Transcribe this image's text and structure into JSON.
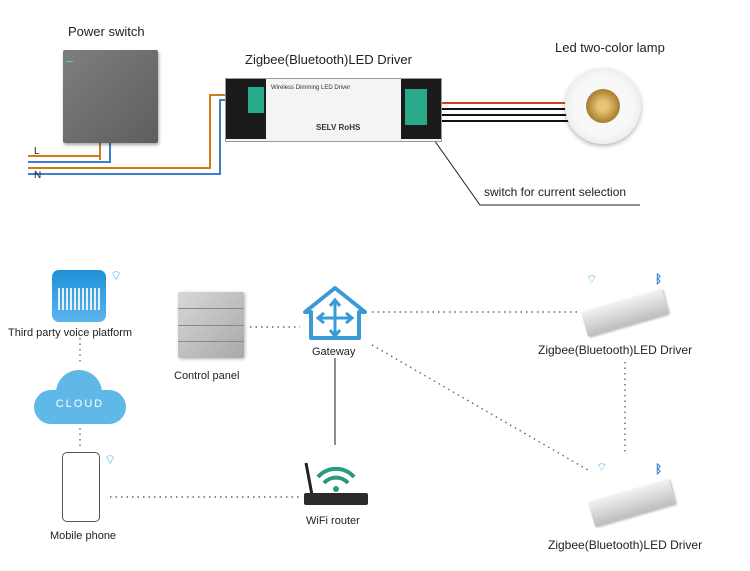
{
  "top": {
    "power_switch_label": "Power switch",
    "driver_title": "Zigbee(Bluetooth)LED Driver",
    "lamp_label": "Led two-color lamp",
    "switch_note": "switch for current selection",
    "wire_labels": [
      "L",
      "N"
    ],
    "driver_label_text": "Wireless Dimming LED Driver",
    "driver_cert_text": "SELV RoHS",
    "colors": {
      "live_wire": "#d07a1a",
      "neutral_wire": "#3a7fd0",
      "red_wire": "#d83a2a",
      "driver_teal": "#2aa88a"
    }
  },
  "network": {
    "voice_platform_label": "Third party voice platform",
    "cloud_label": "CLOUD",
    "mobile_label": "Mobile phone",
    "control_panel_label": "Control panel",
    "gateway_label": "Gateway",
    "router_label": "WiFi router",
    "driver1_label": "Zigbee(Bluetooth)LED Driver",
    "driver2_label": "Zigbee(Bluetooth)LED Driver",
    "colors": {
      "cloud": "#5fb8e8",
      "gateway": "#3a9ad8",
      "wifi": "#3aa8e0",
      "router_wifi": "#2a9a7a",
      "bluetooth": "#2a7fd0"
    }
  }
}
